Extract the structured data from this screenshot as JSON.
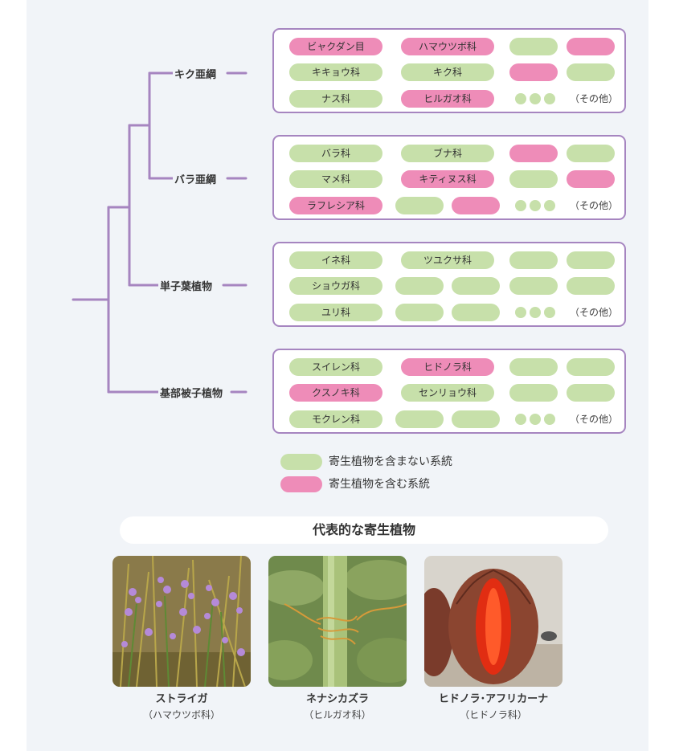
{
  "branches": {
    "kiku": "キク亜綱",
    "bara": "バラ亜綱",
    "tanshiyou": "単子葉植物",
    "kibu": "基部被子植物"
  },
  "groups": [
    {
      "rows": [
        [
          {
            "label": "ビャクダン目",
            "parasitic": true
          },
          {
            "label": "ハマウツボ科",
            "parasitic": true
          },
          {
            "label": "",
            "parasitic": false
          },
          {
            "label": "",
            "parasitic": true
          }
        ],
        [
          {
            "label": "キキョウ科",
            "parasitic": false
          },
          {
            "label": "キク科",
            "parasitic": false
          },
          {
            "label": "",
            "parasitic": true
          },
          {
            "label": "",
            "parasitic": false
          }
        ],
        [
          {
            "label": "ナス科",
            "parasitic": false
          },
          {
            "label": "ヒルガオ科",
            "parasitic": true
          }
        ]
      ],
      "other": "（その他）"
    },
    {
      "rows": [
        [
          {
            "label": "バラ科",
            "parasitic": false
          },
          {
            "label": "ブナ科",
            "parasitic": false
          },
          {
            "label": "",
            "parasitic": true
          },
          {
            "label": "",
            "parasitic": false
          }
        ],
        [
          {
            "label": "マメ科",
            "parasitic": false
          },
          {
            "label": "キティヌス科",
            "parasitic": true
          },
          {
            "label": "",
            "parasitic": false
          },
          {
            "label": "",
            "parasitic": true
          }
        ],
        [
          {
            "label": "ラフレシア科",
            "parasitic": true
          },
          {
            "label": "",
            "parasitic": false
          },
          {
            "label": "",
            "parasitic": true
          }
        ]
      ],
      "other": "（その他）"
    },
    {
      "rows": [
        [
          {
            "label": "イネ科",
            "parasitic": false
          },
          {
            "label": "ツユクサ科",
            "parasitic": false
          },
          {
            "label": "",
            "parasitic": false
          },
          {
            "label": "",
            "parasitic": false
          }
        ],
        [
          {
            "label": "ショウガ科",
            "parasitic": false
          },
          {
            "label": "",
            "parasitic": false
          },
          {
            "label": "",
            "parasitic": false
          },
          {
            "label": "",
            "parasitic": false
          },
          {
            "label": "",
            "parasitic": false
          }
        ],
        [
          {
            "label": "ユリ科",
            "parasitic": false
          },
          {
            "label": "",
            "parasitic": false
          },
          {
            "label": "",
            "parasitic": false
          }
        ]
      ],
      "other": "（その他）"
    },
    {
      "rows": [
        [
          {
            "label": "スイレン科",
            "parasitic": false
          },
          {
            "label": "ヒドノラ科",
            "parasitic": true
          },
          {
            "label": "",
            "parasitic": false
          },
          {
            "label": "",
            "parasitic": false
          }
        ],
        [
          {
            "label": "クスノキ科",
            "parasitic": true
          },
          {
            "label": "センリョウ科",
            "parasitic": false
          },
          {
            "label": "",
            "parasitic": false
          },
          {
            "label": "",
            "parasitic": false
          }
        ],
        [
          {
            "label": "モクレン科",
            "parasitic": false
          },
          {
            "label": "",
            "parasitic": false
          },
          {
            "label": "",
            "parasitic": false
          }
        ]
      ],
      "other": "（その他）"
    }
  ],
  "legend": {
    "nonparasitic": "寄生植物を含まない系統",
    "parasitic": "寄生植物を含む系統"
  },
  "colors": {
    "nonparasitic": "#c7e0aa",
    "parasitic": "#ee8cb8",
    "tree": "#a685c0"
  },
  "representative": {
    "title": "代表的な寄生植物",
    "plants": [
      {
        "name": "ストライガ",
        "family": "（ハマウツボ科）"
      },
      {
        "name": "ネナシカズラ",
        "family": "（ヒルガオ科）"
      },
      {
        "name": "ヒドノラ･アフリカーナ",
        "family": "（ヒドノラ科）"
      }
    ]
  }
}
